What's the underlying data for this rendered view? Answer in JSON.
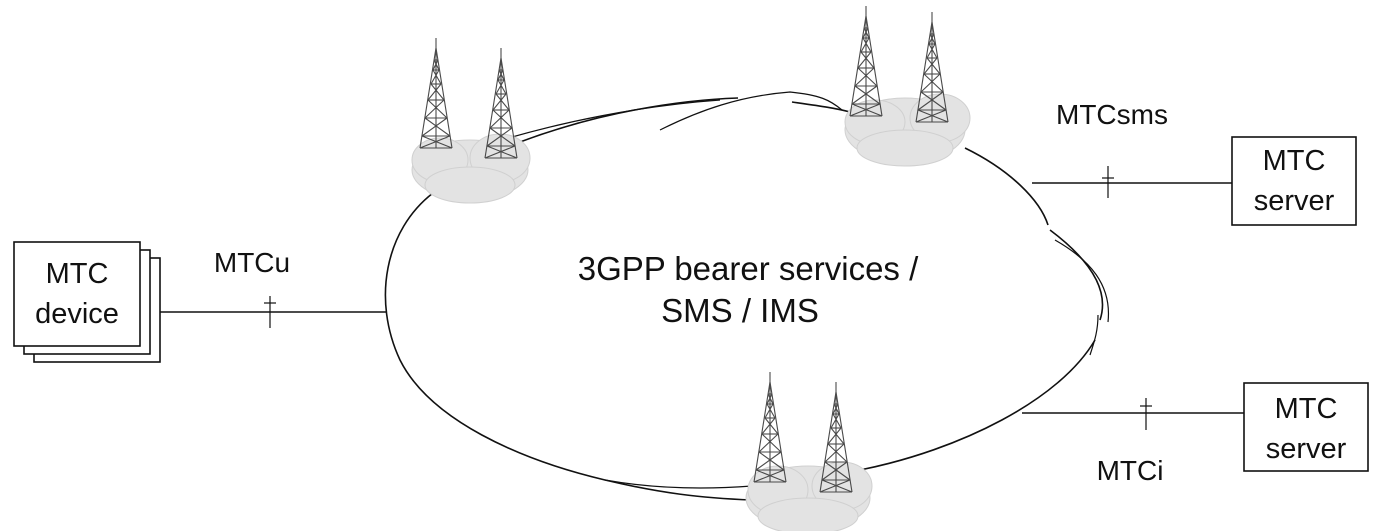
{
  "center_label": {
    "line1": "3GPP bearer services /",
    "line2": "SMS / IMS"
  },
  "device": {
    "line1": "MTC",
    "line2": "device"
  },
  "server_top": {
    "line1": "MTC",
    "line2": "server"
  },
  "server_bottom": {
    "line1": "MTC",
    "line2": "server"
  },
  "interfaces": {
    "mtcu": "MTCu",
    "mtcsms": "MTCsms",
    "mtci": "MTCi"
  },
  "icons": [
    "tower-icon",
    "cloud-icon"
  ]
}
